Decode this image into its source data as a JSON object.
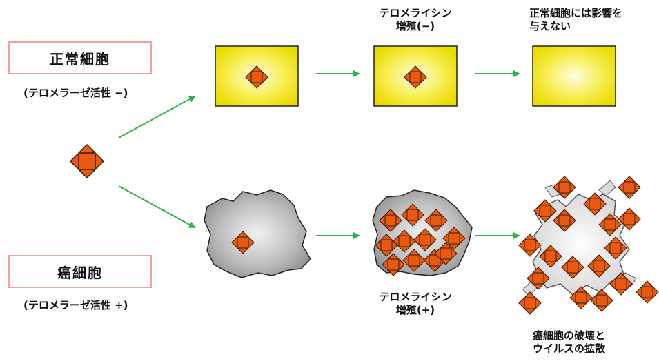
{
  "labels": {
    "normal_cell": "正常細胞",
    "normal_note": "(テロメラーゼ活性 −)",
    "cancer_cell": "癌細胞",
    "cancer_note": "(テロメラーゼ活性 +)"
  },
  "captions": {
    "normal_step2": [
      "テロメライシン",
      "増殖(−)"
    ],
    "normal_step3": [
      "正常細胞には影響を",
      "与えない"
    ],
    "cancer_step2": [
      "テロメライシン",
      "増殖(+)"
    ],
    "cancer_step3": [
      "癌細胞の破壊と",
      "ウイルスの拡散"
    ]
  },
  "colors": {
    "box_border": "#f2a0a0",
    "arrow": "#2db34a",
    "cell_yellow": "#f2e600",
    "cell_gray": "#9a9a9a",
    "virus": "#e85a12"
  }
}
